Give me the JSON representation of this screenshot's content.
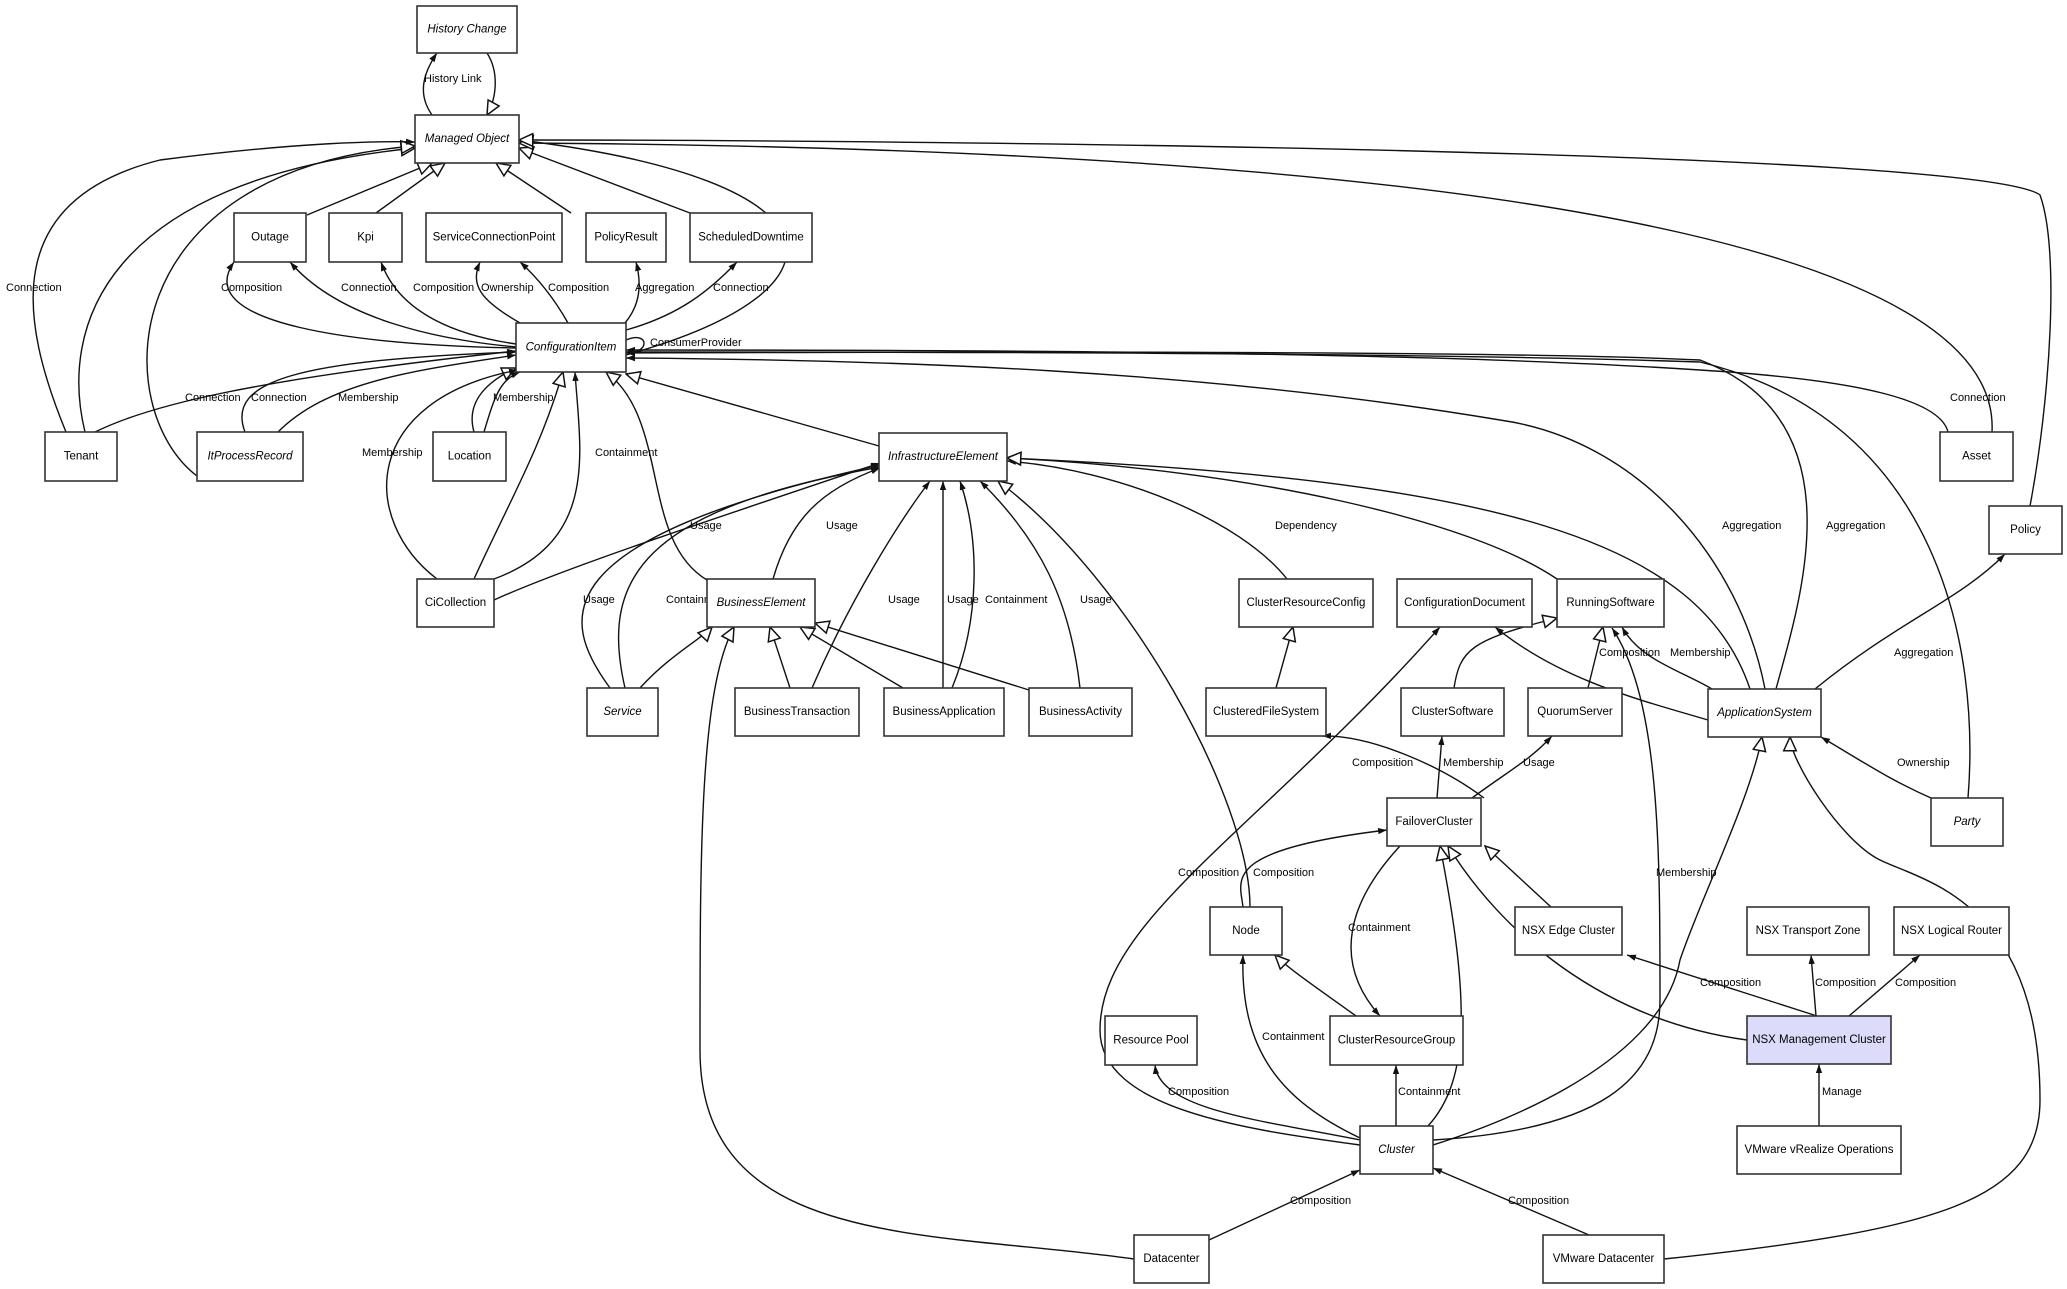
{
  "diagram": {
    "type": "uml-class-diagram",
    "highlight_color": "#dcdcfa",
    "nodes": [
      {
        "id": "history_change",
        "label": "History Change",
        "abstract": true
      },
      {
        "id": "managed_object",
        "label": "Managed Object",
        "abstract": true
      },
      {
        "id": "outage",
        "label": "Outage",
        "abstract": false
      },
      {
        "id": "kpi",
        "label": "Kpi",
        "abstract": false
      },
      {
        "id": "scp",
        "label": "ServiceConnectionPoint",
        "abstract": false
      },
      {
        "id": "policy_result",
        "label": "PolicyResult",
        "abstract": false
      },
      {
        "id": "scheduled_downtime",
        "label": "ScheduledDowntime",
        "abstract": false
      },
      {
        "id": "configuration_item",
        "label": "ConfigurationItem",
        "abstract": true
      },
      {
        "id": "tenant",
        "label": "Tenant",
        "abstract": false
      },
      {
        "id": "it_process_record",
        "label": "ItProcessRecord",
        "abstract": true
      },
      {
        "id": "location",
        "label": "Location",
        "abstract": false
      },
      {
        "id": "infrastructure_element",
        "label": "InfrastructureElement",
        "abstract": true
      },
      {
        "id": "asset",
        "label": "Asset",
        "abstract": false
      },
      {
        "id": "policy",
        "label": "Policy",
        "abstract": false
      },
      {
        "id": "ci_collection",
        "label": "CiCollection",
        "abstract": false
      },
      {
        "id": "business_element",
        "label": "BusinessElement",
        "abstract": true
      },
      {
        "id": "cluster_resource_config",
        "label": "ClusterResourceConfig",
        "abstract": false
      },
      {
        "id": "configuration_document",
        "label": "ConfigurationDocument",
        "abstract": false
      },
      {
        "id": "running_software",
        "label": "RunningSoftware",
        "abstract": false
      },
      {
        "id": "service",
        "label": "Service",
        "abstract": true
      },
      {
        "id": "business_transaction",
        "label": "BusinessTransaction",
        "abstract": false
      },
      {
        "id": "business_application",
        "label": "BusinessApplication",
        "abstract": false
      },
      {
        "id": "business_activity",
        "label": "BusinessActivity",
        "abstract": false
      },
      {
        "id": "clustered_file_system",
        "label": "ClusteredFileSystem",
        "abstract": false
      },
      {
        "id": "cluster_software",
        "label": "ClusterSoftware",
        "abstract": false
      },
      {
        "id": "quorum_server",
        "label": "QuorumServer",
        "abstract": false
      },
      {
        "id": "application_system",
        "label": "ApplicationSystem",
        "abstract": true
      },
      {
        "id": "failover_cluster",
        "label": "FailoverCluster",
        "abstract": false
      },
      {
        "id": "party",
        "label": "Party",
        "abstract": true
      },
      {
        "id": "node",
        "label": "Node",
        "abstract": false
      },
      {
        "id": "nsx_edge_cluster",
        "label": "NSX Edge Cluster",
        "abstract": false
      },
      {
        "id": "nsx_transport_zone",
        "label": "NSX Transport Zone",
        "abstract": false
      },
      {
        "id": "nsx_logical_router",
        "label": "NSX Logical Router",
        "abstract": false
      },
      {
        "id": "resource_pool",
        "label": "Resource Pool",
        "abstract": false
      },
      {
        "id": "cluster_resource_group",
        "label": "ClusterResourceGroup",
        "abstract": false
      },
      {
        "id": "nsx_management_cluster",
        "label": "NSX Management Cluster",
        "abstract": false,
        "highlight": true
      },
      {
        "id": "cluster",
        "label": "Cluster",
        "abstract": true
      },
      {
        "id": "vrealize_operations",
        "label": "VMware vRealize Operations",
        "abstract": false
      },
      {
        "id": "datacenter",
        "label": "Datacenter",
        "abstract": false
      },
      {
        "id": "vmware_datacenter",
        "label": "VMware Datacenter",
        "abstract": false
      }
    ],
    "edges": [
      {
        "from": "managed_object",
        "to": "history_change",
        "kind": "association",
        "label": "History Link"
      },
      {
        "from": "history_change",
        "to": "managed_object",
        "kind": "inheritance",
        "label": ""
      },
      {
        "from": "outage",
        "to": "managed_object",
        "kind": "inheritance",
        "label": ""
      },
      {
        "from": "kpi",
        "to": "managed_object",
        "kind": "inheritance",
        "label": ""
      },
      {
        "from": "policy_result",
        "to": "managed_object",
        "kind": "inheritance",
        "label": ""
      },
      {
        "from": "scheduled_downtime",
        "to": "managed_object",
        "kind": "inheritance",
        "label": ""
      },
      {
        "from": "configuration_item",
        "to": "managed_object",
        "kind": "inheritance",
        "label": ""
      },
      {
        "from": "tenant",
        "to": "managed_object",
        "kind": "inheritance",
        "label": ""
      },
      {
        "from": "it_process_record",
        "to": "managed_object",
        "kind": "inheritance",
        "label": ""
      },
      {
        "from": "asset",
        "to": "managed_object",
        "kind": "inheritance",
        "label": ""
      },
      {
        "from": "policy",
        "to": "managed_object",
        "kind": "inheritance",
        "label": ""
      },
      {
        "from": "tenant",
        "to": "managed_object",
        "kind": "association",
        "label": "Connection"
      },
      {
        "from": "configuration_item",
        "to": "outage",
        "kind": "association",
        "label": "Composition"
      },
      {
        "from": "configuration_item",
        "to": "outage",
        "kind": "association",
        "label": "Connection"
      },
      {
        "from": "configuration_item",
        "to": "kpi",
        "kind": "association",
        "label": "Composition"
      },
      {
        "from": "configuration_item",
        "to": "scp",
        "kind": "association",
        "label": "Ownership"
      },
      {
        "from": "configuration_item",
        "to": "scp",
        "kind": "association",
        "label": "Composition"
      },
      {
        "from": "configuration_item",
        "to": "policy_result",
        "kind": "association",
        "label": "Aggregation"
      },
      {
        "from": "configuration_item",
        "to": "scheduled_downtime",
        "kind": "association",
        "label": "Connection"
      },
      {
        "from": "configuration_item",
        "to": "configuration_item",
        "kind": "association",
        "label": "ConsumerProvider"
      },
      {
        "from": "tenant",
        "to": "configuration_item",
        "kind": "association",
        "label": "Connection"
      },
      {
        "from": "it_process_record",
        "to": "configuration_item",
        "kind": "association",
        "label": "Connection"
      },
      {
        "from": "it_process_record",
        "to": "configuration_item",
        "kind": "association",
        "label": "Membership"
      },
      {
        "from": "location",
        "to": "configuration_item",
        "kind": "inheritance",
        "label": ""
      },
      {
        "from": "location",
        "to": "configuration_item",
        "kind": "association",
        "label": "Membership"
      },
      {
        "from": "ci_collection",
        "to": "configuration_item",
        "kind": "association",
        "label": "Membership"
      },
      {
        "from": "ci_collection",
        "to": "configuration_item",
        "kind": "inheritance",
        "label": ""
      },
      {
        "from": "ci_collection",
        "to": "configuration_item",
        "kind": "association",
        "label": "Containment"
      },
      {
        "from": "business_element",
        "to": "configuration_item",
        "kind": "inheritance",
        "label": ""
      },
      {
        "from": "infrastructure_element",
        "to": "configuration_item",
        "kind": "inheritance",
        "label": ""
      },
      {
        "from": "asset",
        "to": "configuration_item",
        "kind": "association",
        "label": "Connection"
      },
      {
        "from": "application_system",
        "to": "configuration_item",
        "kind": "association",
        "label": "Aggregation"
      },
      {
        "from": "application_system",
        "to": "configuration_item",
        "kind": "association",
        "label": "Aggregation"
      },
      {
        "from": "party",
        "to": "configuration_item",
        "kind": "association",
        "label": ""
      },
      {
        "from": "ci_collection",
        "to": "infrastructure_element",
        "kind": "association",
        "label": "Usage"
      },
      {
        "from": "service",
        "to": "infrastructure_element",
        "kind": "association",
        "label": "Usage"
      },
      {
        "from": "service",
        "to": "infrastructure_element",
        "kind": "association",
        "label": "Containment"
      },
      {
        "from": "business_element",
        "to": "infrastructure_element",
        "kind": "association",
        "label": "Usage"
      },
      {
        "from": "business_transaction",
        "to": "infrastructure_element",
        "kind": "association",
        "label": "Usage"
      },
      {
        "from": "business_application",
        "to": "infrastructure_element",
        "kind": "association",
        "label": "Usage"
      },
      {
        "from": "business_application",
        "to": "infrastructure_element",
        "kind": "association",
        "label": "Containment"
      },
      {
        "from": "business_activity",
        "to": "infrastructure_element",
        "kind": "association",
        "label": "Usage"
      },
      {
        "from": "node",
        "to": "infrastructure_element",
        "kind": "inheritance",
        "label": ""
      },
      {
        "from": "cluster_resource_config",
        "to": "infrastructure_element",
        "kind": "association",
        "label": "Dependency"
      },
      {
        "from": "running_software",
        "to": "infrastructure_element",
        "kind": "inheritance",
        "label": ""
      },
      {
        "from": "application_system",
        "to": "infrastructure_element",
        "kind": "inheritance",
        "label": ""
      },
      {
        "from": "service",
        "to": "business_element",
        "kind": "inheritance",
        "label": ""
      },
      {
        "from": "datacenter",
        "to": "business_element",
        "kind": "inheritance",
        "label": ""
      },
      {
        "from": "business_transaction",
        "to": "business_element",
        "kind": "inheritance",
        "label": ""
      },
      {
        "from": "business_application",
        "to": "business_element",
        "kind": "inheritance",
        "label": ""
      },
      {
        "from": "business_activity",
        "to": "business_element",
        "kind": "inheritance",
        "label": ""
      },
      {
        "from": "clustered_file_system",
        "to": "cluster_resource_config",
        "kind": "inheritance",
        "label": ""
      },
      {
        "from": "cluster_software",
        "to": "running_software",
        "kind": "inheritance",
        "label": ""
      },
      {
        "from": "quorum_server",
        "to": "running_software",
        "kind": "inheritance",
        "label": ""
      },
      {
        "from": "application_system",
        "to": "configuration_document",
        "kind": "association",
        "label": "Composition"
      },
      {
        "from": "application_system",
        "to": "running_software",
        "kind": "association",
        "label": "Membership"
      },
      {
        "from": "application_system",
        "to": "policy",
        "kind": "association",
        "label": "Aggregation"
      },
      {
        "from": "party",
        "to": "application_system",
        "kind": "association",
        "label": "Ownership"
      },
      {
        "from": "cluster",
        "to": "application_system",
        "kind": "inheritance",
        "label": ""
      },
      {
        "from": "vmware_datacenter",
        "to": "application_system",
        "kind": "inheritance",
        "label": ""
      },
      {
        "from": "failover_cluster",
        "to": "clustered_file_system",
        "kind": "association",
        "label": "Composition"
      },
      {
        "from": "failover_cluster",
        "to": "cluster_software",
        "kind": "association",
        "label": "Membership"
      },
      {
        "from": "failover_cluster",
        "to": "quorum_server",
        "kind": "association",
        "label": "Usage"
      },
      {
        "from": "failover_cluster",
        "to": "cluster_resource_group",
        "kind": "association",
        "label": "Containment"
      },
      {
        "from": "node",
        "to": "failover_cluster",
        "kind": "association",
        "label": "Composition"
      },
      {
        "from": "cluster",
        "to": "configuration_document",
        "kind": "association",
        "label": "Composition"
      },
      {
        "from": "cluster",
        "to": "running_software",
        "kind": "association",
        "label": "Membership"
      },
      {
        "from": "nsx_edge_cluster",
        "to": "failover_cluster",
        "kind": "inheritance",
        "label": ""
      },
      {
        "from": "nsx_management_cluster",
        "to": "failover_cluster",
        "kind": "inheritance",
        "label": ""
      },
      {
        "from": "cluster",
        "to": "failover_cluster",
        "kind": "inheritance",
        "label": ""
      },
      {
        "from": "cluster_resource_group",
        "to": "node",
        "kind": "inheritance",
        "label": ""
      },
      {
        "from": "cluster",
        "to": "node",
        "kind": "association",
        "label": "Containment"
      },
      {
        "from": "cluster",
        "to": "resource_pool",
        "kind": "association",
        "label": "Composition"
      },
      {
        "from": "cluster",
        "to": "cluster_resource_group",
        "kind": "association",
        "label": "Containment"
      },
      {
        "from": "nsx_management_cluster",
        "to": "nsx_edge_cluster",
        "kind": "association",
        "label": "Composition"
      },
      {
        "from": "nsx_management_cluster",
        "to": "nsx_transport_zone",
        "kind": "association",
        "label": "Composition"
      },
      {
        "from": "nsx_management_cluster",
        "to": "nsx_logical_router",
        "kind": "association",
        "label": "Composition"
      },
      {
        "from": "vrealize_operations",
        "to": "nsx_management_cluster",
        "kind": "association",
        "label": "Manage"
      },
      {
        "from": "datacenter",
        "to": "cluster",
        "kind": "association",
        "label": "Composition"
      },
      {
        "from": "vmware_datacenter",
        "to": "cluster",
        "kind": "association",
        "label": "Composition"
      }
    ]
  }
}
